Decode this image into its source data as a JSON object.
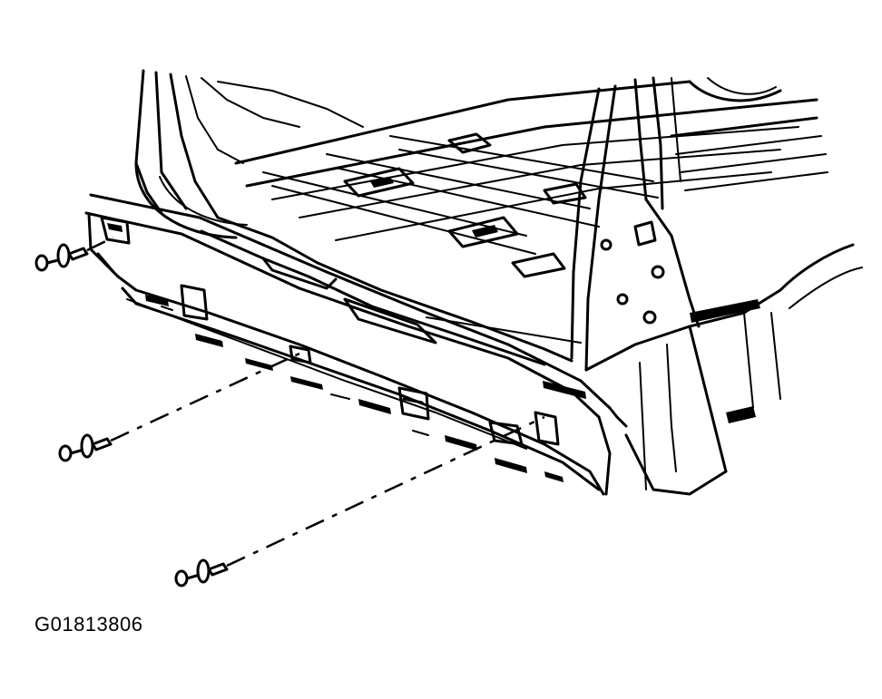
{
  "figure": {
    "id": "G01813806"
  },
  "parts": {
    "fasteners": [
      {
        "name": "upper-left-push-pin"
      },
      {
        "name": "middle-push-pin"
      },
      {
        "name": "lower-push-pin"
      }
    ]
  },
  "colors": {
    "line": "#000000",
    "background": "#ffffff"
  }
}
